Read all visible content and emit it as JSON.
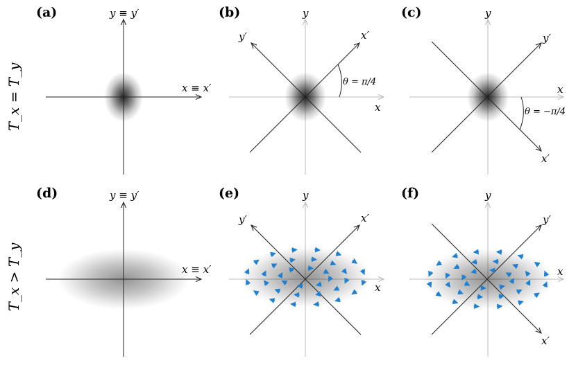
{
  "row_labels": [
    "T_x = T_y",
    "T_x > T_y"
  ],
  "panels": [
    {
      "label": "(a)",
      "row": 0,
      "col": 0,
      "rotation": "none",
      "arrows": "none",
      "axis_labels": {
        "x": "x ≡ x′",
        "y": "y ≡ y′"
      }
    },
    {
      "label": "(b)",
      "row": 0,
      "col": 1,
      "rotation": "ccw45",
      "arrows": "none",
      "axis_labels": {
        "x": "x",
        "y": "y",
        "xp": "x′",
        "yp": "y′"
      },
      "angle_label": "θ = π/4"
    },
    {
      "label": "(c)",
      "row": 0,
      "col": 2,
      "rotation": "cw45",
      "arrows": "none",
      "axis_labels": {
        "x": "x",
        "y": "y",
        "xp": "x′",
        "yp": "y′"
      },
      "angle_label": "θ = −π/4"
    },
    {
      "label": "(d)",
      "row": 1,
      "col": 0,
      "rotation": "none",
      "arrows": "none",
      "axis_labels": {
        "x": "x ≡ x′",
        "y": "y ≡ y′"
      }
    },
    {
      "label": "(e)",
      "row": 1,
      "col": 1,
      "rotation": "ccw45",
      "arrows": "clockwise",
      "axis_labels": {
        "x": "x",
        "y": "y",
        "xp": "x′",
        "yp": "y′"
      }
    },
    {
      "label": "(f)",
      "row": 1,
      "col": 2,
      "rotation": "cw45",
      "arrows": "counterclockwise",
      "axis_labels": {
        "x": "x",
        "y": "y",
        "xp": "x′",
        "yp": "y′"
      }
    }
  ],
  "colors": {
    "primary_axis": "#222222",
    "lab_axis": "#bbbbbb",
    "arrow": "#1f7fd1",
    "cloud": "#000000"
  }
}
